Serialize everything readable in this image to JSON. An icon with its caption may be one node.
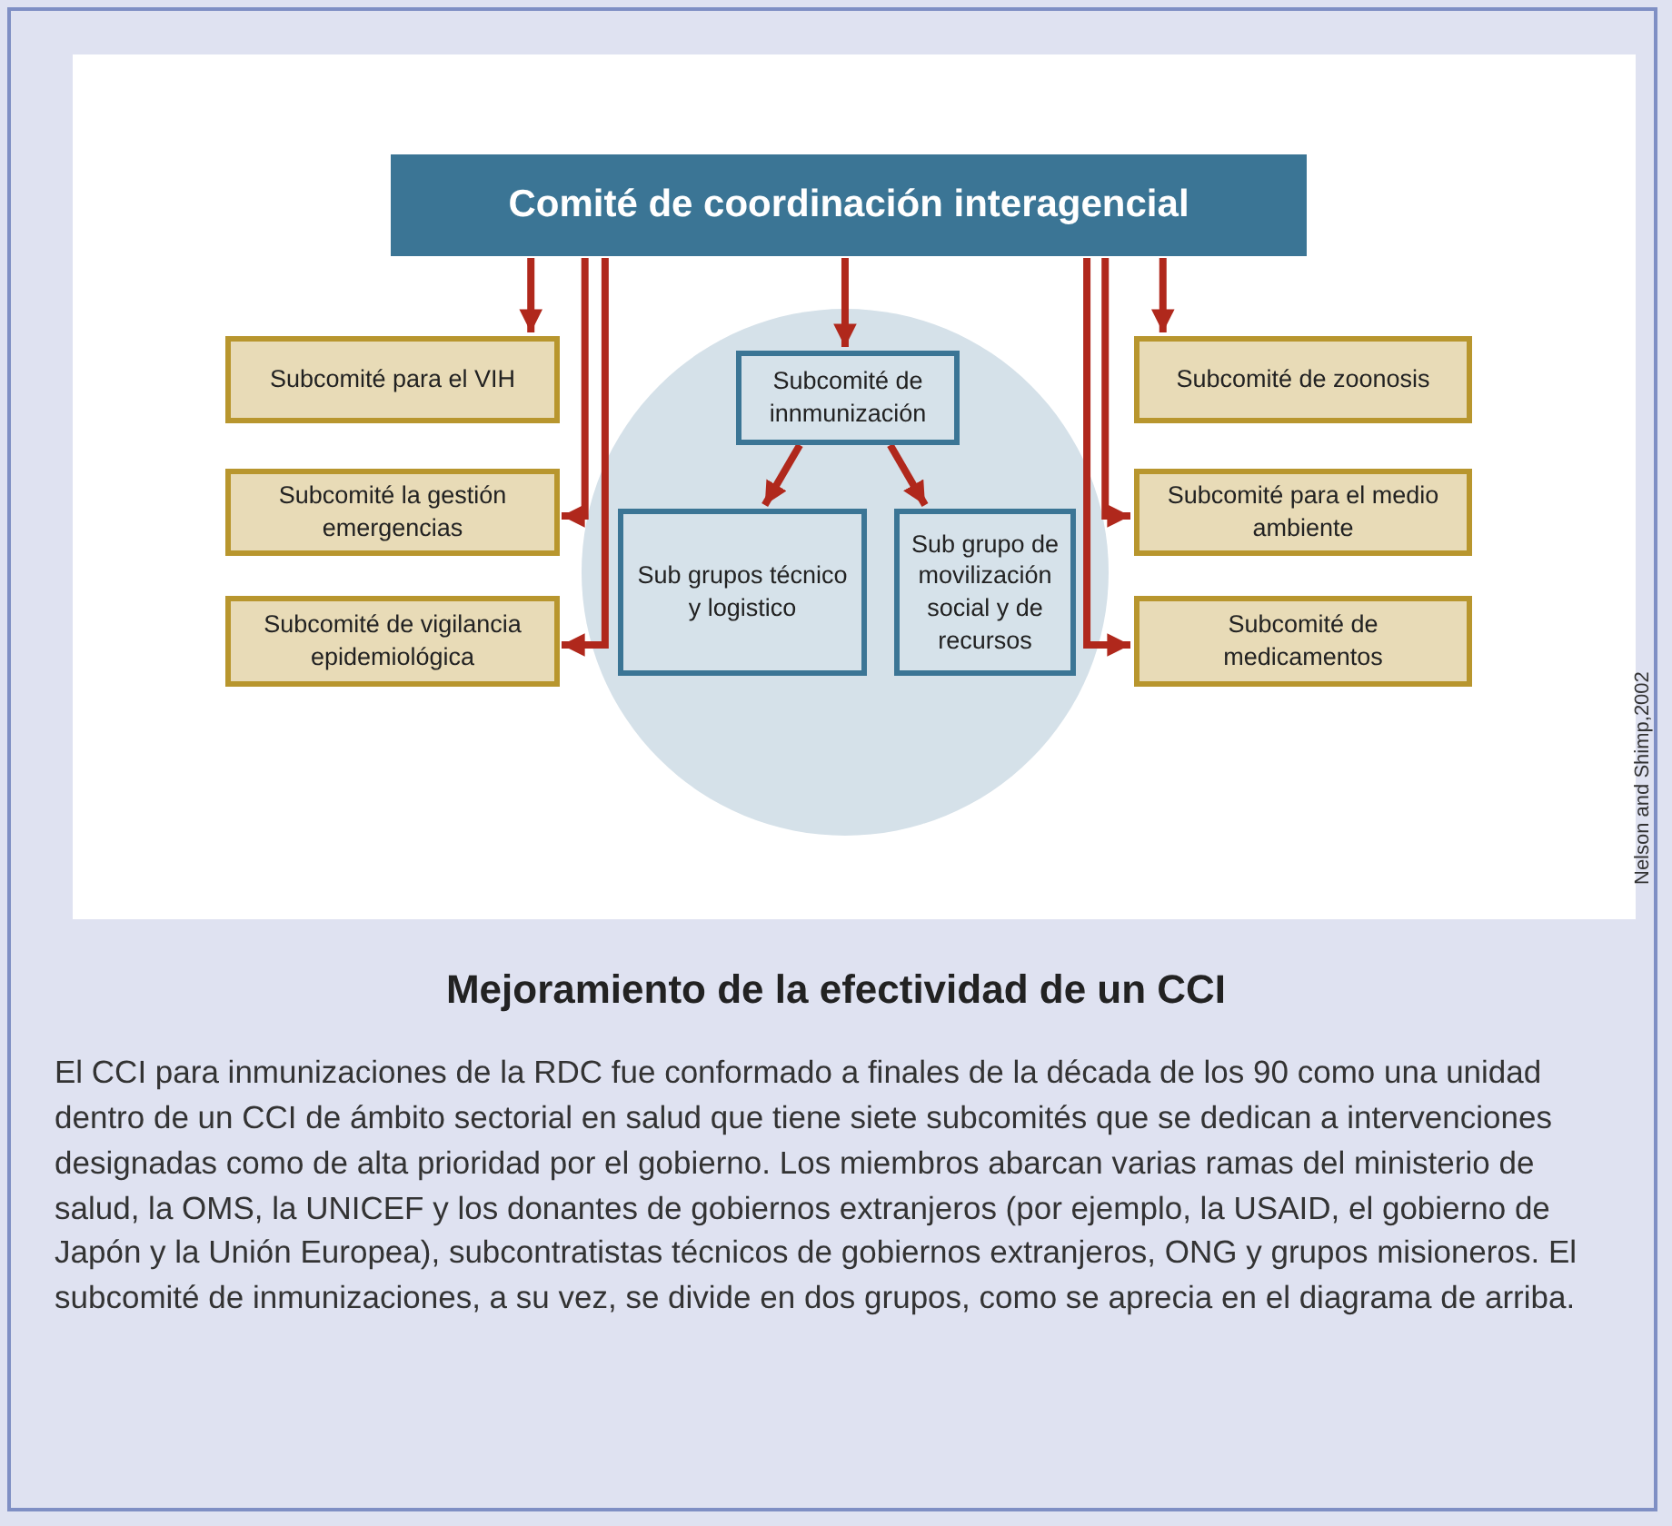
{
  "diagram": {
    "title": "Mejoramiento de la efectividad de un CCI",
    "caption": "El CCI para inmunizaciones de la RDC fue conformado a finales de la década de los 90 como una unidad dentro de un CCI de ámbito sectorial en salud que tiene siete subcomités que se dedican a intervenciones designadas como de alta prioridad por el gobierno. Los miembros abarcan varias ramas del ministerio de salud, la OMS, la UNICEF y los donantes de gobiernos extranjeros (por ejemplo, la USAID, el gobierno de Japón y la Unión Europea), subcontratistas técnicos de gobiernos extranjeros, ONG y grupos misioneros. El subcomité de inmunizaciones, a su vez, se divide en dos grupos, como se aprecia en el diagrama de arriba.",
    "nodes": [
      {
        "text": [
          "Comité de coordinación interagencial"
        ]
      },
      {
        "text": [
          "Subcomité para el VIH"
        ]
      },
      {
        "text": [
          "Subcomité la gestión emergencias"
        ]
      },
      {
        "text": [
          "Subcomité de vigilancia epidemiológica"
        ]
      },
      {
        "text": [],
        "shape": "circle"
      },
      {
        "text": [
          "Subcomité de innmunización"
        ],
        "in": 4
      },
      {
        "text": [
          "Sub grupos técnico y logistico"
        ],
        "in": 4
      },
      {
        "text": [
          "Sub grupo de movilización social y de recursos"
        ],
        "in": 4
      },
      {
        "text": [
          "Subcomité de zoonosis"
        ]
      },
      {
        "text": [
          "Subcomité para el medio ambiente"
        ]
      },
      {
        "text": [
          "Subcomité de medicamentos"
        ]
      }
    ],
    "edges": [
      {
        "from": 0,
        "to": 1,
        "arrow": "to"
      },
      {
        "from": 0,
        "to": 2,
        "arrow": "to"
      },
      {
        "from": 0,
        "to": 3,
        "arrow": "to"
      },
      {
        "from": 0,
        "to": 5,
        "arrow": "to"
      },
      {
        "from": 5,
        "to": 6,
        "arrow": "to"
      },
      {
        "from": 5,
        "to": 7,
        "arrow": "to"
      },
      {
        "from": 0,
        "to": 8,
        "arrow": "to"
      },
      {
        "from": 0,
        "to": 9,
        "arrow": "to"
      },
      {
        "from": 0,
        "to": 10,
        "arrow": "to"
      }
    ],
    "labels": [
      "Nelson and Shimp,2002"
    ]
  }
}
